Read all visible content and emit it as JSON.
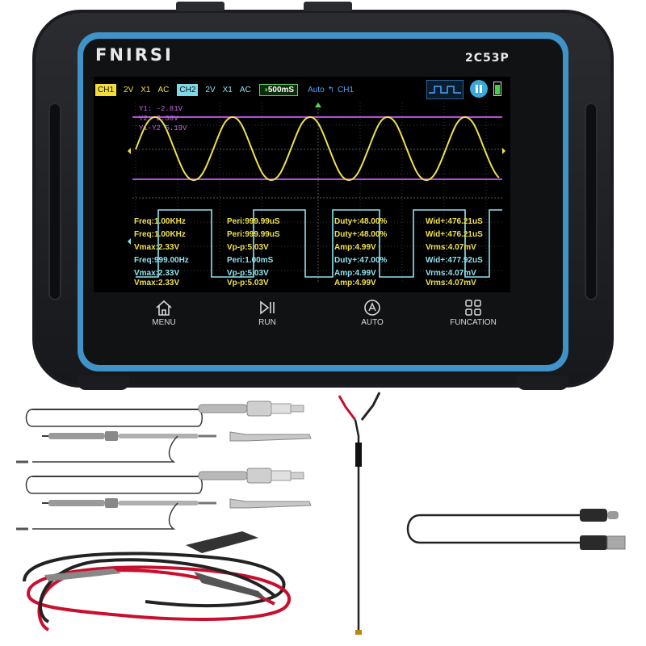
{
  "device": {
    "brand": "FNIRSI",
    "model": "2C53P"
  },
  "top_bar": {
    "ch1_label": "CH1",
    "ch1_volts": "2V",
    "ch1_probe": "X1",
    "ch1_coupling": "AC",
    "ch2_label": "CH2",
    "ch2_volts": "2V",
    "ch2_probe": "X1",
    "ch2_coupling": "AC",
    "timebase": "500mS",
    "trigger_mode": "Auto",
    "trigger_source": "CH1"
  },
  "cursors": {
    "y1": "Y1:    -2.81V",
    "y2": "Y2:    2.38V",
    "y1_y2": "Y1-Y2  5.19V"
  },
  "measurements": [
    [
      "Freq:1.00KHz",
      "Peri:999.99uS",
      "Duty+:48.00%",
      "Wid+:476.21uS"
    ],
    [
      "Freq:1.00KHz",
      "Peri:999.99uS",
      "Duty+:48.00%",
      "Wid+:476.21uS"
    ],
    [
      "Vmax:2.33V",
      "Vp-p:5.03V",
      "Amp:4.99V",
      "Vrms:4.07mV"
    ],
    [
      "Freq:999.00Hz",
      "Peri:1.00mS",
      "Duty+:47.00%",
      "Wid+:477.92uS"
    ],
    [
      "Vmax:2.33V",
      "Vp-p:5.03V",
      "Amp:4.99V",
      "Vrms:4.07mV"
    ],
    [
      "Vmax:2.33V",
      "Vp-p:5.03V",
      "Amp:4.99V",
      "Vrms:4.07mV"
    ]
  ],
  "softkeys": {
    "menu": "MENU",
    "run": "RUN",
    "auto": "AUTO",
    "function": "FUNCATION"
  },
  "colors": {
    "ch1": "#f0e14a",
    "ch2": "#8fe3ef",
    "cursor": "#b04fd8",
    "bezel": "#3f93c8"
  }
}
